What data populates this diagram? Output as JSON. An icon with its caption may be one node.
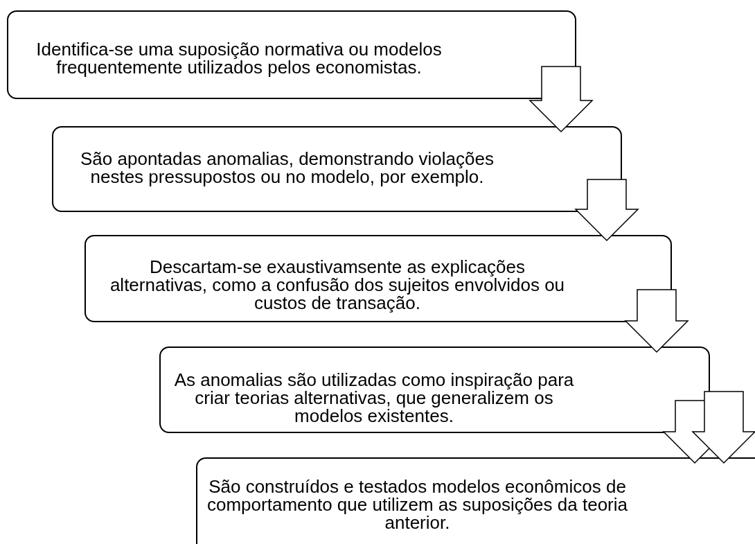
{
  "diagram": {
    "nodes": [
      {
        "text": [
          "Identifica-se uma suposição normativa ou modelos frequentemente utilizados pelos economistas."
        ]
      },
      {
        "text": [
          "São apontadas anomalias, demonstrando violações nestes pressupostos ou no modelo, por exemplo."
        ]
      },
      {
        "text": [
          "Descartam-se exaustivamsente as explicações alternativas, como a confusão dos sujeitos envolvidos ou custos de transação."
        ]
      },
      {
        "text": [
          "As anomalias são utilizadas como inspiração para criar teorias alternativas, que generalizem os modelos existentes."
        ]
      },
      {
        "text": [
          "São construídos e testados modelos econômicos de comportamento que utilizem as suposições da teoria anterior."
        ]
      }
    ],
    "edges": [
      {
        "from": 0,
        "to": 1,
        "arrow": "to"
      },
      {
        "from": 1,
        "to": 2,
        "arrow": "to"
      },
      {
        "from": 2,
        "to": 3,
        "arrow": "to"
      },
      {
        "from": 3,
        "to": 4,
        "arrow": "to"
      },
      {
        "from": null,
        "to": 4,
        "arrow": "to"
      }
    ]
  }
}
